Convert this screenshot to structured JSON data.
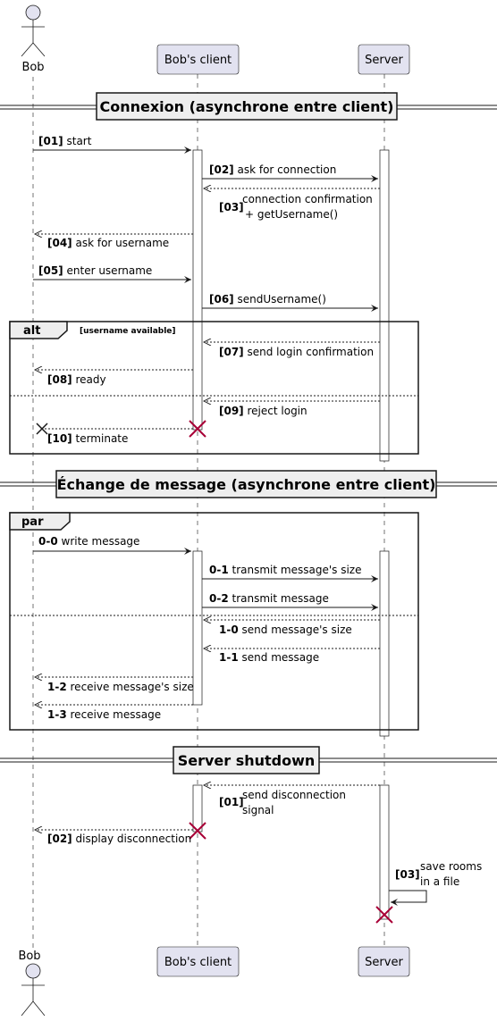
{
  "participants": {
    "bob": "Bob",
    "client": "Bob's client",
    "server": "Server"
  },
  "sections": {
    "connexion": "Connexion (asynchrone entre client)",
    "echange": "Échange de message (asynchrone entre client)",
    "shutdown": "Server shutdown"
  },
  "frames": {
    "alt_label": "alt",
    "alt_guard": "[username available]",
    "par_label": "par"
  },
  "messages": [
    {
      "id": "m01",
      "num": "[01]",
      "text": "start"
    },
    {
      "id": "m02",
      "num": "[02]",
      "text": "ask for connection"
    },
    {
      "id": "m03",
      "num": "[03]",
      "text": "connection confirmation",
      "text2": "+ getUsername()"
    },
    {
      "id": "m04",
      "num": "[04]",
      "text": "ask for username"
    },
    {
      "id": "m05",
      "num": "[05]",
      "text": "enter username"
    },
    {
      "id": "m06",
      "num": "[06]",
      "text": "sendUsername()"
    },
    {
      "id": "m07",
      "num": "[07]",
      "text": "send login confirmation"
    },
    {
      "id": "m08",
      "num": "[08]",
      "text": "ready"
    },
    {
      "id": "m09",
      "num": "[09]",
      "text": "reject login"
    },
    {
      "id": "m10",
      "num": "[10]",
      "text": "terminate"
    },
    {
      "id": "p00",
      "num": "0-0",
      "text": "write message"
    },
    {
      "id": "p01",
      "num": "0-1",
      "text": "transmit message's size"
    },
    {
      "id": "p02",
      "num": "0-2",
      "text": "transmit message"
    },
    {
      "id": "p10",
      "num": "1-0",
      "text": "send message's size"
    },
    {
      "id": "p11",
      "num": "1-1",
      "text": "send message"
    },
    {
      "id": "p12",
      "num": "1-2",
      "text": "receive message's size"
    },
    {
      "id": "p13",
      "num": "1-3",
      "text": "receive message"
    },
    {
      "id": "s01",
      "num": "[01]",
      "text": "send disconnection",
      "text2": "signal"
    },
    {
      "id": "s02",
      "num": "[02]",
      "text": "display disconnection"
    },
    {
      "id": "s03",
      "num": "[03]",
      "text": "save rooms",
      "text2": "in a file"
    }
  ]
}
